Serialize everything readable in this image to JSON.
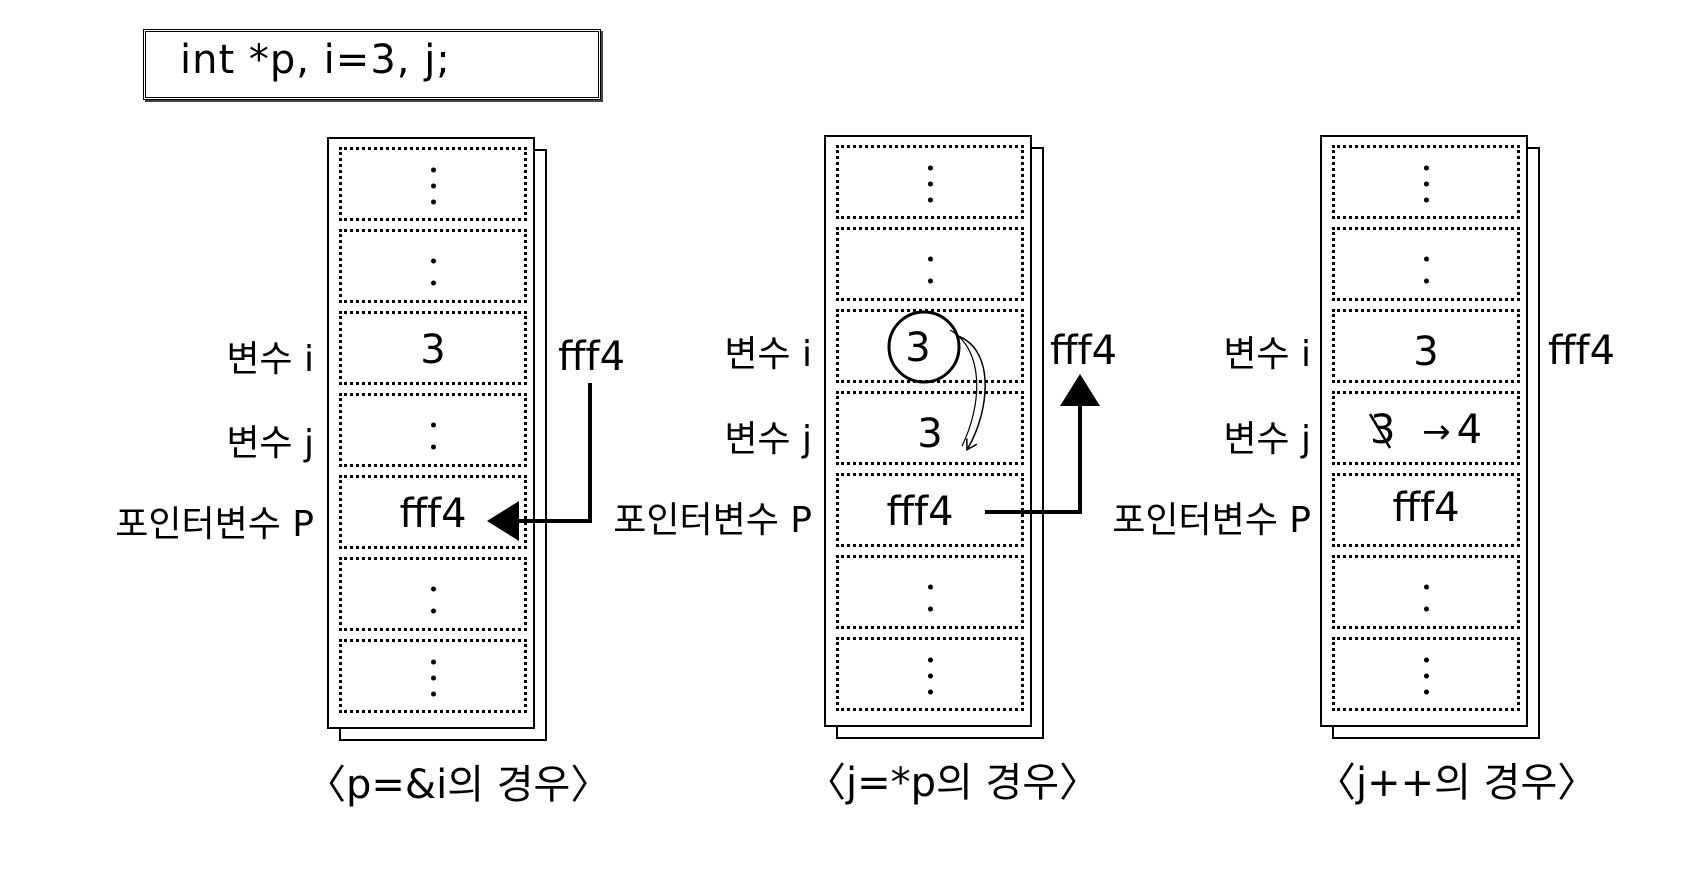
{
  "code": "int *p,  i=3,  j;",
  "panels": [
    {
      "var_i_label": "변수 i",
      "var_j_label": "변수 j",
      "pointer_label": "포인터변수 P",
      "i_value": "3",
      "p_value": "fff4",
      "address": "fff4",
      "caption": "〈p=&i의 경우〉"
    },
    {
      "var_i_label": "변수 i",
      "var_j_label": "변수 j",
      "pointer_label": "포인터변수 P",
      "i_value": "3",
      "j_value": "3",
      "p_value": "fff4",
      "address": "fff4",
      "caption": "〈j=*p의 경우〉"
    },
    {
      "var_i_label": "변수 i",
      "var_j_label": "변수 j",
      "pointer_label": "포인터변수 P",
      "i_value": "3",
      "j_old_value": "3",
      "j_arrow": "→",
      "j_new_value": "4",
      "p_value": "fff4",
      "address": "fff4",
      "caption": "〈j++의 경우〉"
    }
  ]
}
